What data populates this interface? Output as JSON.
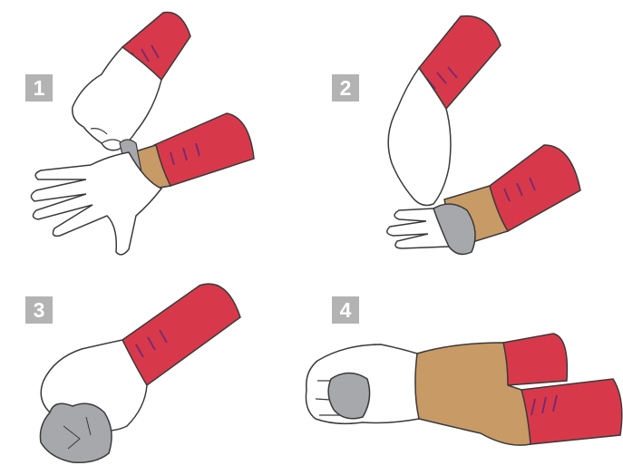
{
  "steps": [
    {
      "number": "1"
    },
    {
      "number": "2"
    },
    {
      "number": "3"
    },
    {
      "number": "4"
    }
  ],
  "colors": {
    "sleeve": "#d8394a",
    "sleeve_stripes": "#7a2a6e",
    "skin": "#c89a66",
    "glove": "#ffffff",
    "glove_inside": "#a7a8ab",
    "outline": "#3a3a3a",
    "badge": "#b3b3b3"
  }
}
